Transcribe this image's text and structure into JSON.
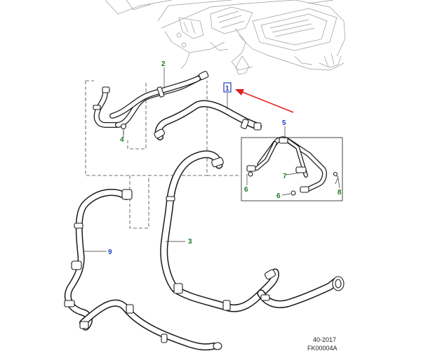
{
  "callouts": [
    {
      "id": "c1",
      "label": "1",
      "color": "#1f3fb8",
      "boxed": true
    },
    {
      "id": "c2",
      "label": "2",
      "color": "#1a7a2a"
    },
    {
      "id": "c3",
      "label": "3",
      "color": "#1a7a2a"
    },
    {
      "id": "c4",
      "label": "4",
      "color": "#1a7a2a"
    },
    {
      "id": "c5",
      "label": "5",
      "color": "#1f3fb8"
    },
    {
      "id": "c6a",
      "label": "6",
      "color": "#1a7a2a"
    },
    {
      "id": "c6b",
      "label": "6",
      "color": "#1a7a2a"
    },
    {
      "id": "c7",
      "label": "7",
      "color": "#1a7a2a"
    },
    {
      "id": "c8",
      "label": "8",
      "color": "#1a7a2a"
    },
    {
      "id": "c9",
      "label": "9",
      "color": "#1f3fb8"
    }
  ],
  "highlight_arrow_color": "#e02020",
  "reference": {
    "line1": "40-2017",
    "line2": "FK00004A"
  }
}
